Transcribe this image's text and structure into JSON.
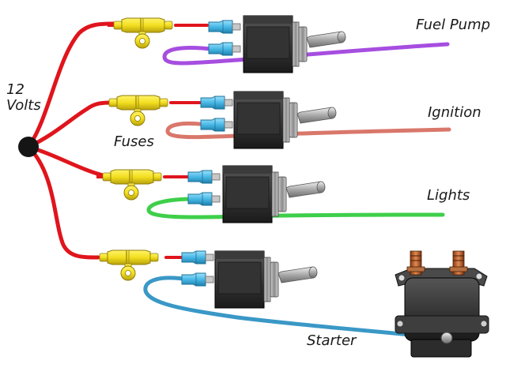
{
  "source_label_line1": "12",
  "source_label_line2": "Volts",
  "fuses_label": "Fuses",
  "circuits": [
    {
      "label": "Fuel Pump",
      "wire_color": "#a64ee0"
    },
    {
      "label": "Ignition",
      "wire_color": "#d9776b"
    },
    {
      "label": "Lights",
      "wire_color": "#3ecf4a"
    },
    {
      "label": "Starter",
      "wire_color": "#3a98c6"
    }
  ],
  "colors": {
    "supply_wire": "#e0141c",
    "fuse_holder": "#f3df1f",
    "connector": "#48b8e6",
    "switch_body": "#2a2a2a",
    "junction": "#151515"
  }
}
